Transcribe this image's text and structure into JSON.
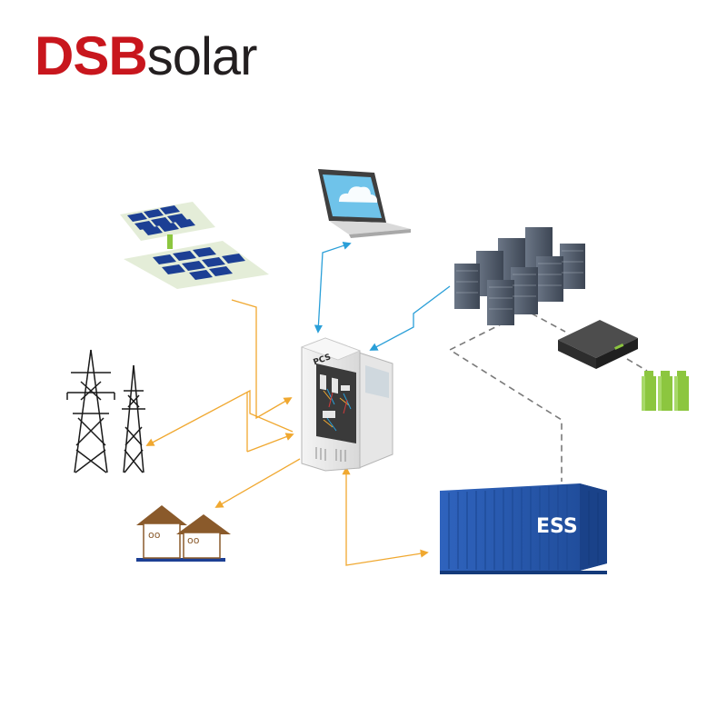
{
  "logo": {
    "brand": "DSB",
    "suffix": "solar",
    "brand_color": "#c8161d",
    "suffix_color": "#231f20"
  },
  "pcs": {
    "label": "PCS"
  },
  "container": {
    "label": "ESS",
    "color": "#2b57a8"
  },
  "colors": {
    "power_line": "#f0a830",
    "data_line": "#2a9fd8",
    "dashed_line": "#7a7a7a",
    "panel_cell": "#1c3f94",
    "battery": "#8cc63f"
  }
}
